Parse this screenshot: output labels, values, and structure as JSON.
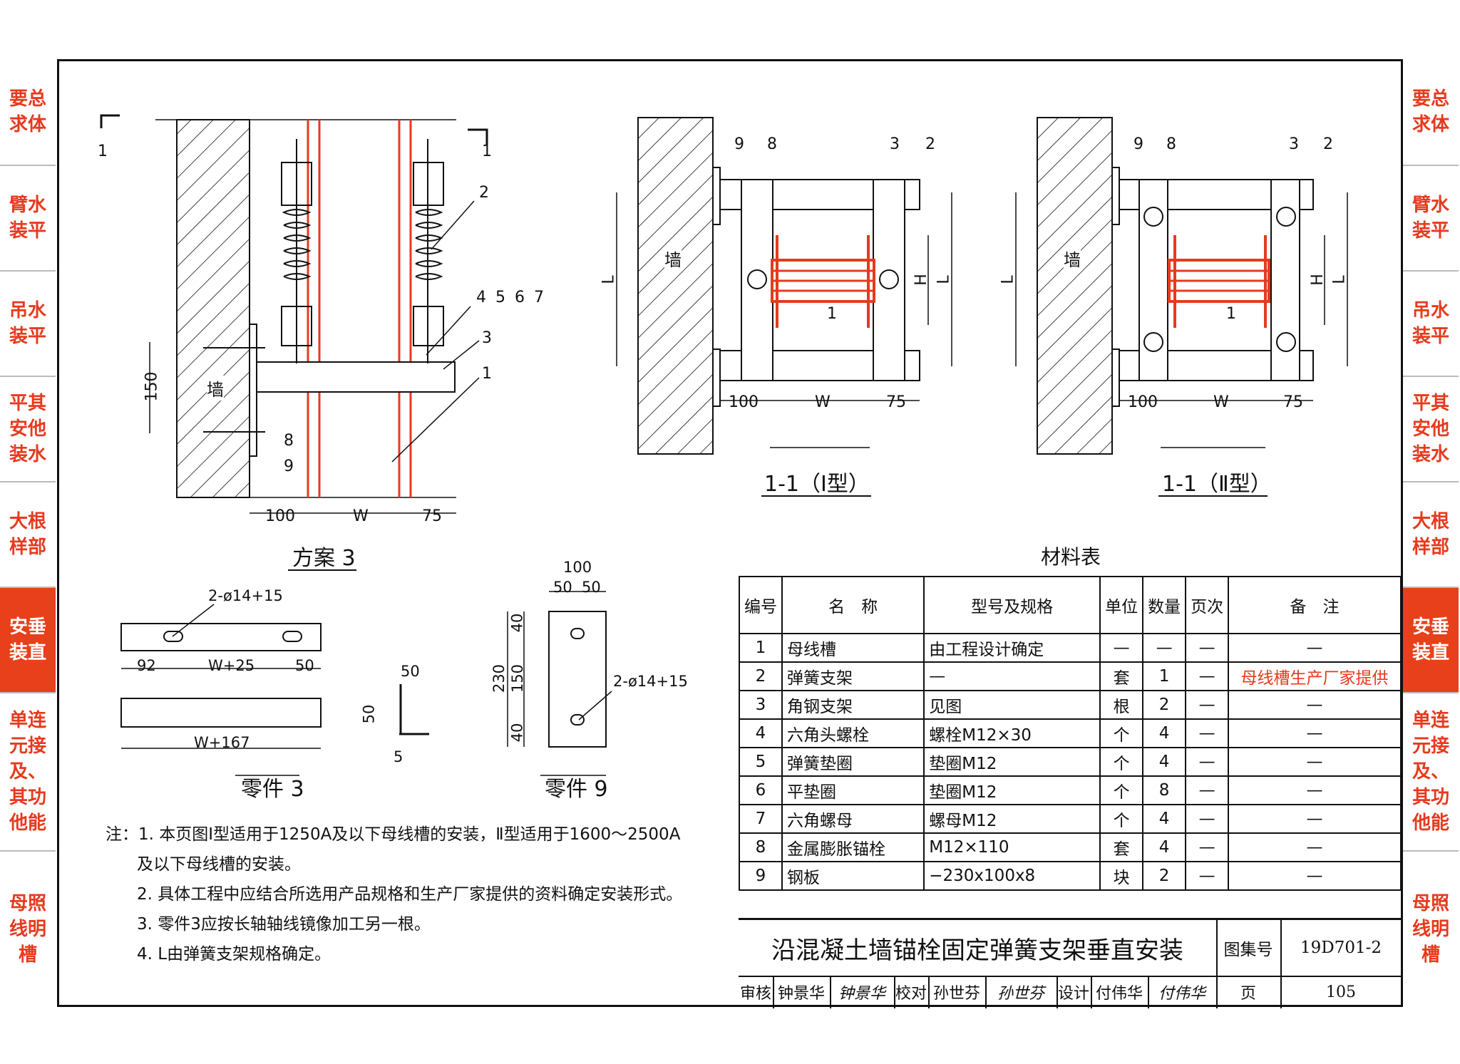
{
  "side_tabs_left": [
    {
      "label": "要总\n求体",
      "active": false
    },
    {
      "label": "臂水\n装平",
      "active": false
    },
    {
      "label": "吊水\n装平",
      "active": false
    },
    {
      "label": "平其\n安他\n装水",
      "active": false
    },
    {
      "label": "大根\n样部",
      "active": false
    },
    {
      "label": "安垂\n装直",
      "active": true
    },
    {
      "label": "单连\n元接\n及、\n其功\n他能",
      "active": false
    },
    {
      "label": "母照\n线明\n槽",
      "active": false
    }
  ],
  "side_tabs_right": [
    {
      "label": "要总\n求体",
      "active": false
    },
    {
      "label": "臂水\n装平",
      "active": false
    },
    {
      "label": "吊水\n装平",
      "active": false
    },
    {
      "label": "平其\n安他\n装水",
      "active": false
    },
    {
      "label": "大根\n样部",
      "active": false
    },
    {
      "label": "安垂\n装直",
      "active": true
    },
    {
      "label": "单连\n元接\n及、\n其功\n他能",
      "active": false
    },
    {
      "label": "母照\n线明\n槽",
      "active": false
    }
  ],
  "drawings": {
    "scheme3": {
      "caption": "方案 3",
      "section_mark": "1",
      "wall_label": "墙",
      "callouts": [
        "2",
        "4 5 6 7",
        "3",
        "1",
        "8",
        "9"
      ],
      "dims": {
        "height": "150",
        "left": "100",
        "mid": "W",
        "right": "75"
      }
    },
    "section_I": {
      "caption": "1-1（Ⅰ型）",
      "wall_label": "墙",
      "callouts": [
        "9",
        "8",
        "3",
        "2",
        "1"
      ],
      "dims": {
        "left": "100",
        "mid": "W",
        "right": "75",
        "L": "L",
        "H": "H",
        "L2": "L"
      }
    },
    "section_II": {
      "caption": "1-1（Ⅱ型）",
      "wall_label": "墙",
      "callouts": [
        "9",
        "8",
        "3",
        "2",
        "1"
      ],
      "dims": {
        "left": "100",
        "mid": "W",
        "right": "75",
        "L": "L",
        "H": "H",
        "L2": "L"
      }
    },
    "part3": {
      "caption": "零件 3",
      "hole_note": "2-ø14+15",
      "dims": {
        "a": "92",
        "b": "W+25",
        "c": "50",
        "total": "W+167",
        "angle_w": "50",
        "angle_h": "50",
        "angle_t": "5"
      }
    },
    "part9": {
      "caption": "零件 9",
      "hole_note": "2-ø14+15",
      "dims": {
        "width": "100",
        "half1": "50",
        "half2": "50",
        "height": "230",
        "top": "40",
        "mid": "150",
        "bottom": "40"
      }
    }
  },
  "material_table": {
    "title": "材料表",
    "headers": [
      "编号",
      "名　称",
      "型号及规格",
      "单位",
      "数量",
      "页次",
      "备　注"
    ],
    "rows": [
      [
        "1",
        "母线槽",
        "由工程设计确定",
        "—",
        "—",
        "—",
        "—"
      ],
      [
        "2",
        "弹簧支架",
        "—",
        "套",
        "1",
        "—",
        "母线槽生产厂家提供"
      ],
      [
        "3",
        "角钢支架",
        "见图",
        "根",
        "2",
        "—",
        "—"
      ],
      [
        "4",
        "六角头螺栓",
        "螺栓M12×30",
        "个",
        "4",
        "—",
        "—"
      ],
      [
        "5",
        "弹簧垫圈",
        "垫圈M12",
        "个",
        "4",
        "—",
        "—"
      ],
      [
        "6",
        "平垫圈",
        "垫圈M12",
        "个",
        "8",
        "—",
        "—"
      ],
      [
        "7",
        "六角螺母",
        "螺母M12",
        "个",
        "4",
        "—",
        "—"
      ],
      [
        "8",
        "金属膨胀锚栓",
        "M12×110",
        "套",
        "4",
        "—",
        "—"
      ],
      [
        "9",
        "钢板",
        "−230x100x8",
        "块",
        "2",
        "—",
        "—"
      ]
    ]
  },
  "notes": [
    "注：1. 本页图Ⅰ型适用于1250A及以下母线槽的安装，Ⅱ型适用于1600～2500A",
    "及以下母线槽的安装。",
    "2. 具体工程中应结合所选用产品规格和生产厂家提供的资料确定安装形式。",
    "3. 零件3应按长轴轴线镜像加工另一根。",
    "4. L由弹簧支架规格确定。"
  ],
  "title_block": {
    "title": "沿混凝土墙锚栓固定弹簧支架垂直安装",
    "atlas_label": "图集号",
    "atlas_no": "19D701-2",
    "review_label": "审核",
    "reviewer": "钟景华",
    "check_label": "校对",
    "checker": "孙世芬",
    "design_label": "设计",
    "designer": "付伟华",
    "page_label": "页",
    "page_no": "105",
    "sign_reviewer": "钟景华",
    "sign_checker": "孙世芬",
    "sign_designer": "付伟华"
  },
  "colors": {
    "accent": "#e63a1e",
    "line": "#111111"
  }
}
